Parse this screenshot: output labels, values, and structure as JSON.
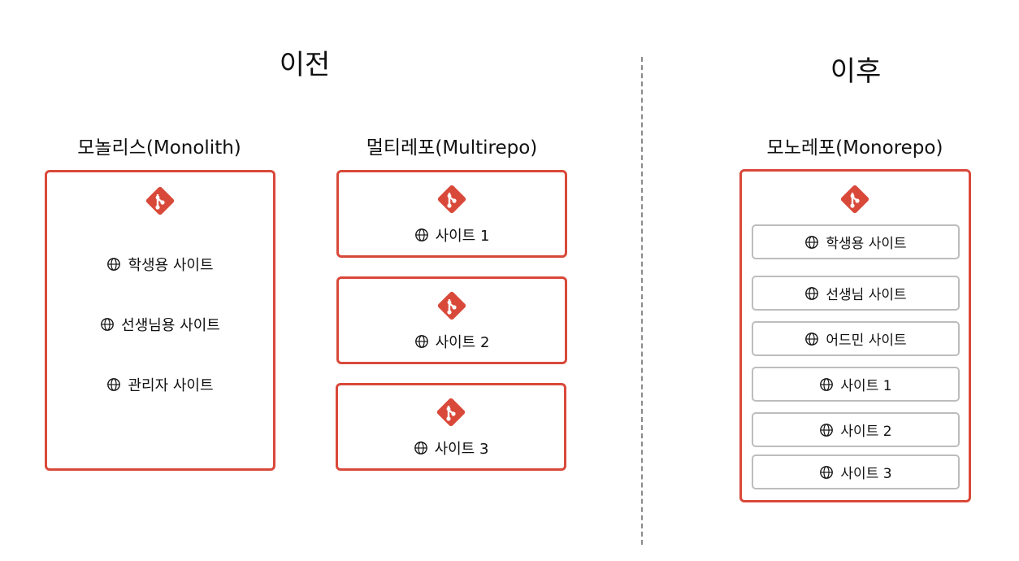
{
  "before": {
    "title": "이전",
    "monolith": {
      "label": "모놀리스(Monolith)",
      "sites": [
        "학생용 사이트",
        "선생님용 사이트",
        "관리자 사이트"
      ]
    },
    "multirepo": {
      "label": "멀티레포(Multirepo)",
      "repos": [
        "사이트 1",
        "사이트 2",
        "사이트 3"
      ]
    }
  },
  "after": {
    "title": "이후",
    "monorepo": {
      "label": "모노레포(Monorepo)",
      "sites": [
        "학생용 사이트",
        "선생님 사이트",
        "어드민 사이트",
        "사이트 1",
        "사이트 2",
        "사이트 3"
      ]
    }
  },
  "colors": {
    "accent": "#d9493a",
    "inner_border": "#bdbdbd",
    "divider": "#8a8a8a"
  },
  "icons": {
    "repo": "git-icon",
    "site": "globe-icon"
  }
}
